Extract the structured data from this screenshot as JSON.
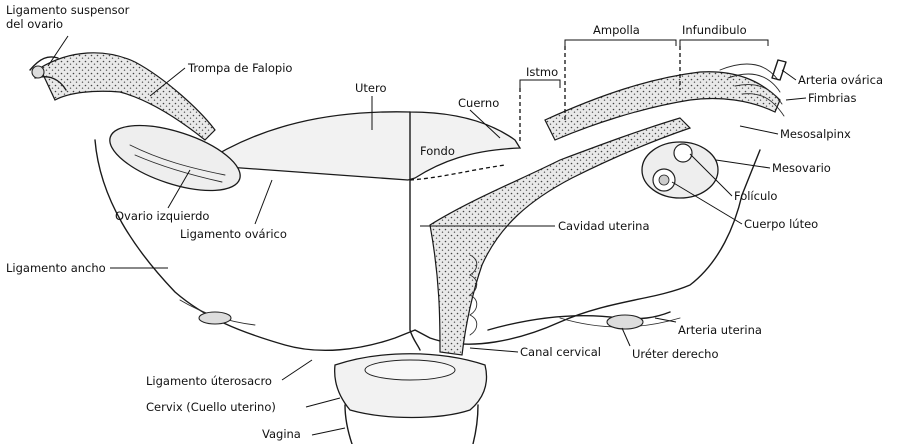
{
  "labels": {
    "ligamento_suspensor": [
      "Ligamento suspensor",
      "del ovario"
    ],
    "trompa": "Trompa de Falopio",
    "utero": "Utero",
    "istmo": "Istmo",
    "ampolla": "Ampolla",
    "infundibulo": "Infundibulo",
    "cuerno": "Cuerno",
    "arteria_ovarica": "Arteria ovárica",
    "fimbrias": "Fimbrias",
    "mesosalpinx": "Mesosalpinx",
    "fondo": "Fondo",
    "mesovario": "Mesovario",
    "foliculo": "Folículo",
    "ovario_izquierdo": "Ovario izquierdo",
    "cavidad_uterina": "Cavidad uterina",
    "cuerpo_luteo": "Cuerpo lúteo",
    "ligamento_ovarico": "Ligamento ovárico",
    "ligamento_ancho": "Ligamento ancho",
    "arteria_uterina": "Arteria uterina",
    "canal_cervical": "Canal cervical",
    "ureter_derecho": "Uréter derecho",
    "ligamento_uterosacro": "Ligamento úterosacro",
    "cervix": "Cervix (Cuello uterino)",
    "vagina": "Vagina"
  }
}
